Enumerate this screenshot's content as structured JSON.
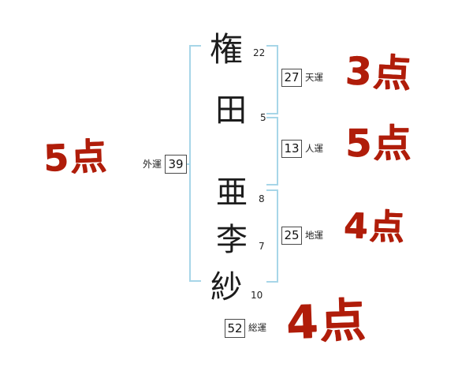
{
  "name": {
    "chars": [
      {
        "char": "権",
        "strokes": "22"
      },
      {
        "char": "田",
        "strokes": "5"
      },
      {
        "char": "亜",
        "strokes": "8"
      },
      {
        "char": "李",
        "strokes": "7"
      },
      {
        "char": "紗",
        "strokes": "10"
      }
    ]
  },
  "fortunes": {
    "outer": {
      "label": "外運",
      "value": "39",
      "score": "5点"
    },
    "heaven": {
      "label": "天運",
      "value": "27",
      "score": "3点"
    },
    "person": {
      "label": "人運",
      "value": "13",
      "score": "5点"
    },
    "earth": {
      "label": "地運",
      "value": "25",
      "score": "4点"
    },
    "total": {
      "label": "総運",
      "value": "52",
      "score": "4点"
    }
  },
  "colors": {
    "score_red": "#b01d0a",
    "bracket_blue": "#a7d6e8"
  }
}
